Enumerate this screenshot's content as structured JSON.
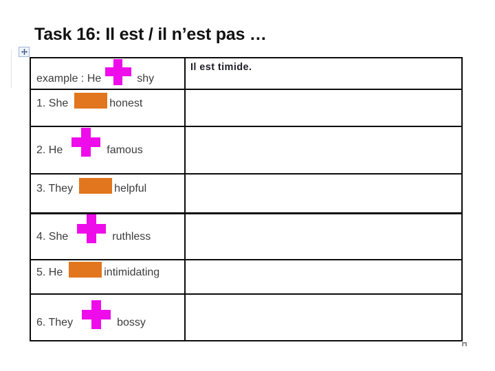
{
  "slide": {
    "title": "Task 16: Il est / il n’est pas …"
  },
  "table": {
    "rows": [
      {
        "label": "example : He",
        "symbol": "plus",
        "adjective": "shy",
        "answer": "Il est timide."
      },
      {
        "label": "1. She",
        "symbol": "minus",
        "adjective": "honest",
        "answer": ""
      },
      {
        "label": "2. He",
        "symbol": "plus",
        "adjective": "famous",
        "answer": ""
      },
      {
        "label": "3. They",
        "symbol": "minus",
        "adjective": "helpful",
        "answer": ""
      },
      {
        "label": "4. She",
        "symbol": "plus",
        "adjective": "ruthless",
        "answer": ""
      },
      {
        "label": "5. He",
        "symbol": "minus",
        "adjective": "intimidating",
        "answer": ""
      },
      {
        "label": "6. They",
        "symbol": "plus",
        "adjective": "bossy",
        "answer": ""
      }
    ]
  },
  "colors": {
    "plus_symbol": "#ee0cea",
    "minus_symbol": "#e2761e",
    "table_border": "#0b0b0b",
    "table_text": "#3c3c3c",
    "answer_text": "#1e1e28",
    "title_text": "#111111"
  },
  "icons": {
    "move_handle": "table-move-handle",
    "resize_handle": "table-resize-handle"
  }
}
